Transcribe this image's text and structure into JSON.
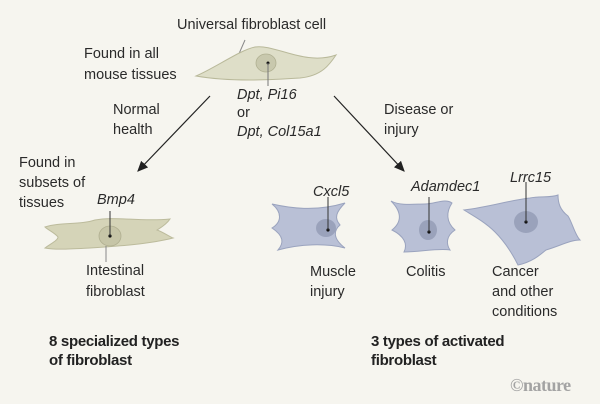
{
  "title": "Universal fibroblast cell",
  "universal": {
    "location_note": [
      "Found in all",
      "mouse tissues"
    ],
    "markers": [
      "Dpt, Pi16",
      "or",
      "Dpt, Col15a1"
    ]
  },
  "branches": {
    "left": {
      "label": [
        "Normal",
        "health"
      ]
    },
    "right": {
      "label": [
        "Disease or",
        "injury"
      ]
    }
  },
  "specialized": {
    "location_note": [
      "Found in",
      "subsets of",
      "tissues"
    ],
    "marker": "Bmp4",
    "cell_label": [
      "Intestinal",
      "fibroblast"
    ],
    "summary": [
      "8 specialized types",
      "of fibroblast"
    ]
  },
  "activated": {
    "cells": [
      {
        "marker": "Cxcl5",
        "label": [
          "Muscle",
          "injury"
        ]
      },
      {
        "marker": "Adamdec1",
        "label": [
          "Colitis"
        ]
      },
      {
        "marker": "Lrrc15",
        "label": [
          "Cancer",
          "and other",
          "conditions"
        ]
      }
    ],
    "summary": [
      "3 types of activated",
      "fibroblast"
    ]
  },
  "colors": {
    "background": "#f6f5ef",
    "resting_cell": "#dcdcc4",
    "activated_cell": "#b9c0d6",
    "logo": "#a3a3a3"
  },
  "credit": "©nature"
}
